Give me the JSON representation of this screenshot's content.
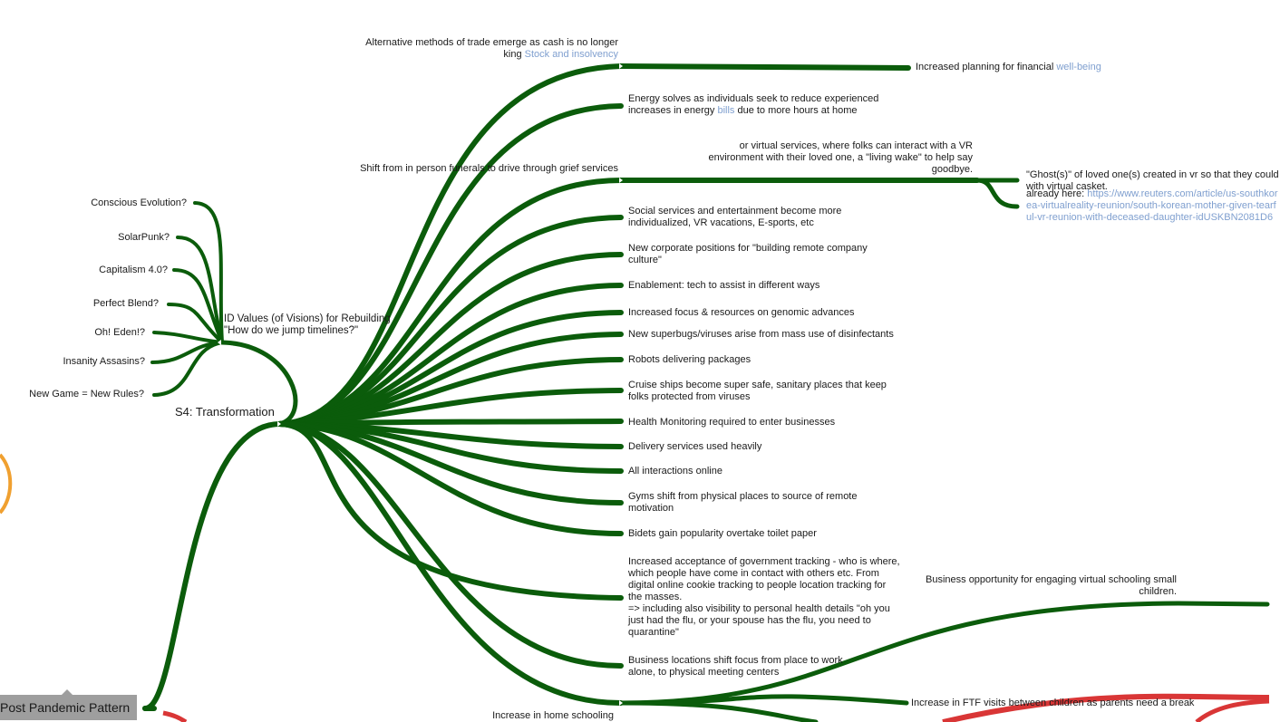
{
  "central": {
    "label": "S4: Transformation"
  },
  "id_values": {
    "line1": "ID Values (of Visions) for Rebuilding",
    "line2": "\"How do we jump timelines?\""
  },
  "visions": [
    "Conscious Evolution?",
    "SolarPunk?",
    "Capitalism 4.0?",
    "Perfect Blend?",
    "Oh! Eden!?",
    "Insanity Assasins?",
    "New Game = New Rules?"
  ],
  "trade": {
    "line1": "Alternative methods of trade emerge as cash is no longer",
    "line2_text": "king",
    "line2_link": "Stock and insolvency"
  },
  "planning": {
    "text": "Increased planning for financial",
    "link": "well-being"
  },
  "energy": {
    "line1": "Energy solves as individuals seek to reduce experienced",
    "line2_pre": "increases in energy",
    "line2_link": "bills",
    "line2_post": "due to more hours at home"
  },
  "funerals": {
    "label": "Shift from in person funerals to drive through grief services",
    "vr_note": "or virtual services, where folks can interact with a VR environment with their loved one, a \"living wake\" to help say goodbye.",
    "ghost": "\"Ghost(s)\" of loved one(s) created in vr so that they could with virtual casket.",
    "already_label": "already here:",
    "already_link": "https://www.reuters.com/article/us-southkorea-virtualreality-reunion/south-korean-mother-given-tearful-vr-reunion-with-deceased-daughter-idUSKBN2081D6"
  },
  "branches": [
    "Social services and entertainment become more individualized, VR vacations, E-sports, etc",
    "New corporate positions for \"building remote company culture\"",
    "Enablement: tech to assist in different ways",
    "Increased focus & resources on genomic advances",
    "New superbugs/viruses arise from mass use of disinfectants",
    "Robots delivering packages",
    "Cruise ships become super safe, sanitary places that keep folks protected from viruses",
    "Health Monitoring required to enter businesses",
    "Delivery services used heavily",
    "All interactions online",
    "Gyms shift from physical places to source of remote motivation",
    "Bidets gain popularity overtake toilet paper"
  ],
  "tracking": {
    "line1": "Increased acceptance of government tracking - who is where,",
    "line2": "which people have come in contact with others etc. From",
    "line3": "digital online cookie tracking to people location tracking for",
    "line4": "the masses.",
    "line5": "=> including also visibility to personal health details \"oh you",
    "line6": "just had the flu, or your spouse has the flu, you need to",
    "line7": "quarantine\""
  },
  "business_locations": {
    "line1": "Business locations shift focus from place to work",
    "line2": "alone, to physical meeting centers"
  },
  "schooling": {
    "label": "Increase in home schooling",
    "opportunity": "Business opportunity for engaging virtual schooling small children.",
    "ftf": "Increase in FTF visits between children as parents need a break"
  },
  "root": {
    "label": "Post Pandemic Pattern"
  },
  "colors": {
    "branch": "#0b5c0b",
    "red": "#d93636",
    "orange": "#f0a030"
  }
}
